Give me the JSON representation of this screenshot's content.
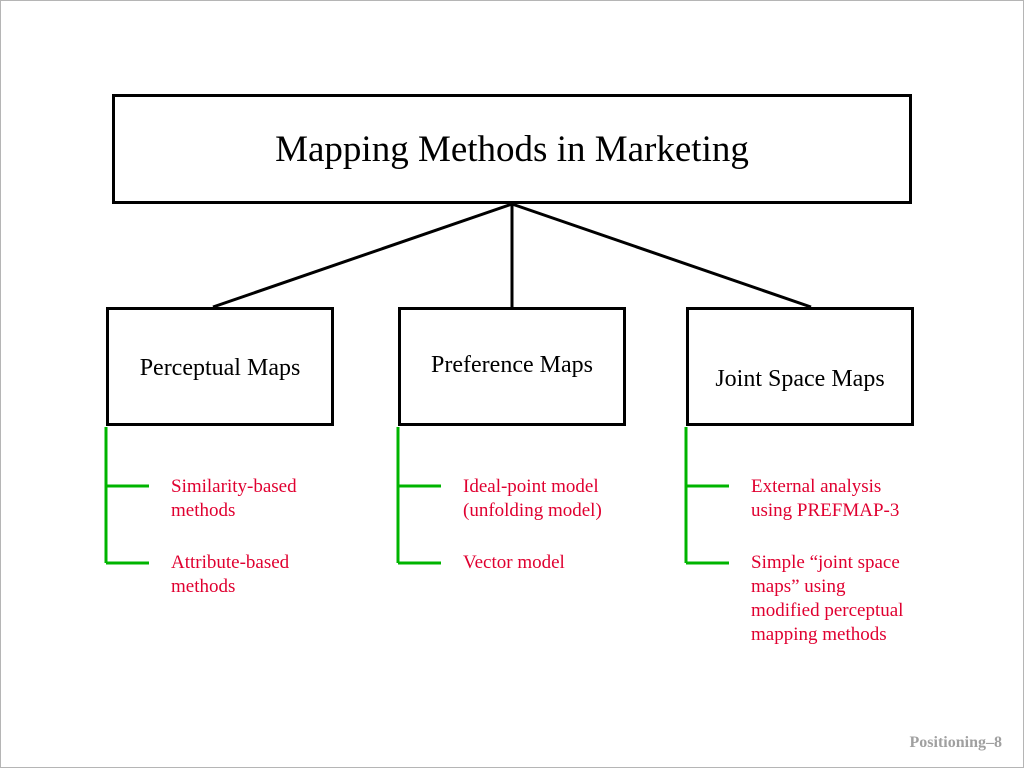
{
  "colors": {
    "line": "#000000",
    "bracket": "#00b400",
    "item_text": "#e00030",
    "footer_text": "#a0a0a0"
  },
  "title": "Mapping Methods in Marketing",
  "categories": [
    {
      "label": "Perceptual Maps",
      "items": [
        "Similarity-based\nmethods",
        "Attribute-based\nmethods"
      ]
    },
    {
      "label": "Preference Maps",
      "items": [
        "Ideal-point model\n(unfolding model)",
        "Vector model"
      ]
    },
    {
      "label": "Joint Space Maps",
      "items": [
        "External analysis\nusing PREFMAP-3",
        "Simple “joint space\nmaps” using\nmodified perceptual\nmapping methods"
      ]
    }
  ],
  "footer": "Positioning–8"
}
